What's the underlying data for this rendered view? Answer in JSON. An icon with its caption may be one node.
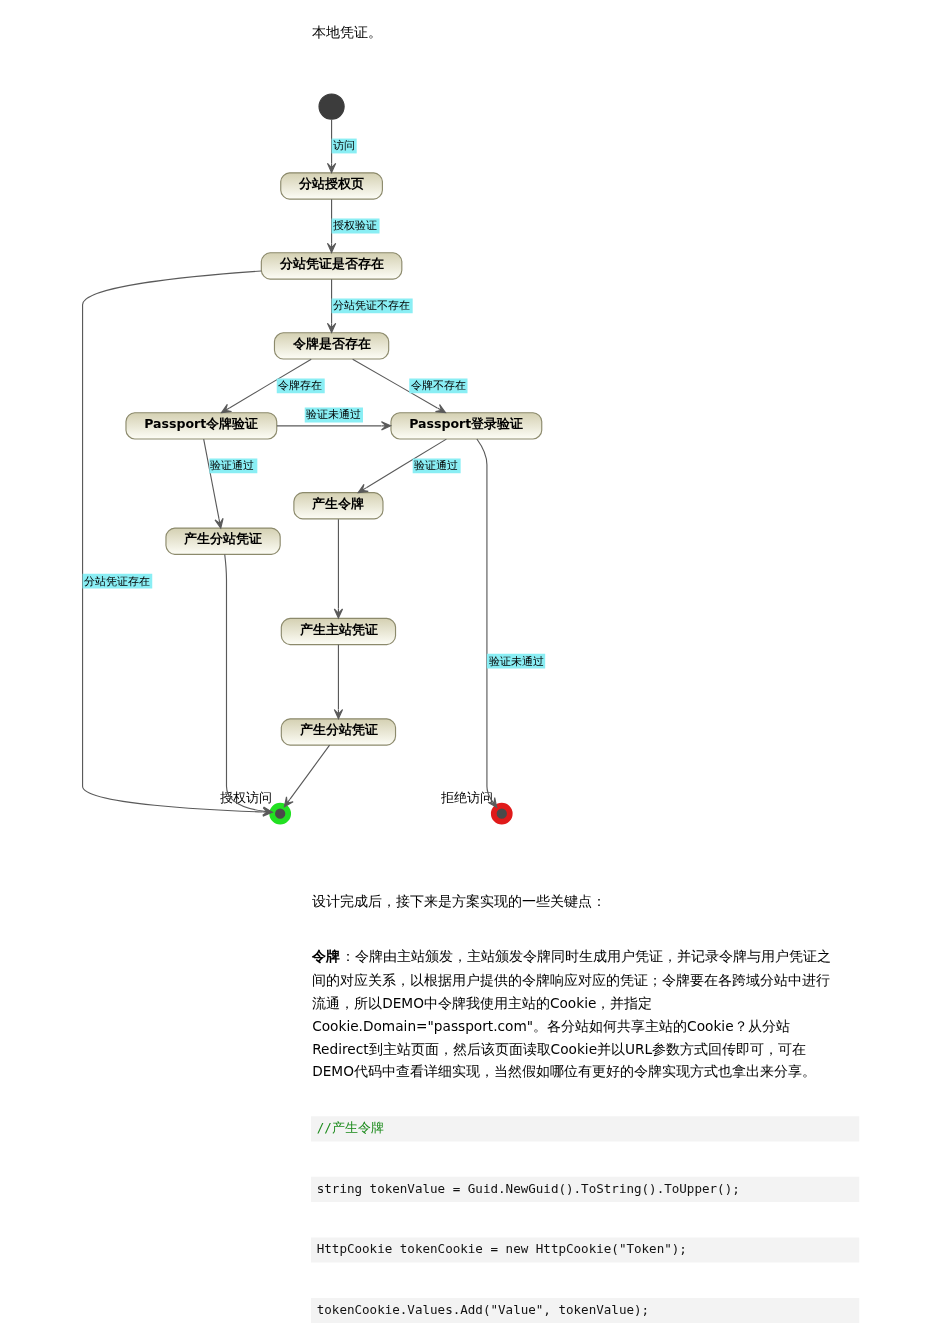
{
  "diagram": {
    "nodes": [
      {
        "text": [],
        "shape": "circle"
      },
      {
        "text": [
          "分站授权页"
        ]
      },
      {
        "text": [
          "分站凭证是否存在"
        ]
      },
      {
        "text": [
          "令牌是否存在"
        ]
      },
      {
        "text": [
          "Passport令牌验证"
        ]
      },
      {
        "text": [
          "Passport登录验证"
        ]
      },
      {
        "text": [
          "产生分站凭证"
        ]
      },
      {
        "text": [
          "产生令牌"
        ]
      },
      {
        "text": [
          "产生主站凭证"
        ]
      },
      {
        "text": [
          "产生分站凭证"
        ]
      },
      {
        "text": [],
        "shape": "circle",
        "beside": [
          "授权访问"
        ]
      },
      {
        "text": [],
        "shape": "circle",
        "beside": [
          "拒绝访问"
        ]
      }
    ],
    "edges": [
      {
        "from": 0,
        "to": 1,
        "arrow": "to",
        "label": "访问"
      },
      {
        "from": 1,
        "to": 2,
        "arrow": "to",
        "label": "授权验证"
      },
      {
        "from": 2,
        "to": 10,
        "arrow": "to",
        "label": "分站凭证存在"
      },
      {
        "from": 2,
        "to": 3,
        "arrow": "to",
        "label": "分站凭证不存在"
      },
      {
        "from": 3,
        "to": 4,
        "arrow": "to",
        "label": "令牌存在"
      },
      {
        "from": 3,
        "to": 5,
        "arrow": "to",
        "label": "令牌不存在"
      },
      {
        "from": 4,
        "to": 5,
        "arrow": "to",
        "label": "验证未通过"
      },
      {
        "from": 4,
        "to": 6,
        "arrow": "to",
        "label": "验证通过"
      },
      {
        "from": 5,
        "to": 7,
        "arrow": "to",
        "label": "验证通过"
      },
      {
        "from": 5,
        "to": 11,
        "arrow": "to",
        "label": "验证未通过"
      },
      {
        "from": 6,
        "to": 10,
        "arrow": "to"
      },
      {
        "from": 7,
        "to": 8,
        "arrow": "to"
      },
      {
        "from": 8,
        "to": 9,
        "arrow": "to"
      },
      {
        "from": 9,
        "to": 10,
        "arrow": "to"
      }
    ],
    "labels": [
      "本地凭证。",
      "设计完成后，接下来是方案实现的一些关键点：",
      "**令牌**：令牌由主站颁发，主站颁发令牌同时生成用户凭证，并记录令牌与用户凭证之间的对应关系，以根据用户提供的令牌响应对应的凭证；令牌要在各跨域分站中进行流通，所以DEMO中令牌我使用主站的Cookie，并指定Cookie.Domain=\"passport.com\"。各分站如何共享主站的Cookie？从分站Redirect到主站页面，然后该页面读取Cookie并以URL参数方式回传即可，可在DEMO代码中查看详细实现，当然假如哪位有更好的令牌实现方式也拿出来分享。",
      "//产生令牌",
      "string tokenValue = Guid.NewGuid().ToString().ToUpper();",
      "HttpCookie tokenCookie = new HttpCookie(\"Token\");",
      "tokenCookie.Values.Add(\"Value\", tokenValue);"
    ]
  }
}
